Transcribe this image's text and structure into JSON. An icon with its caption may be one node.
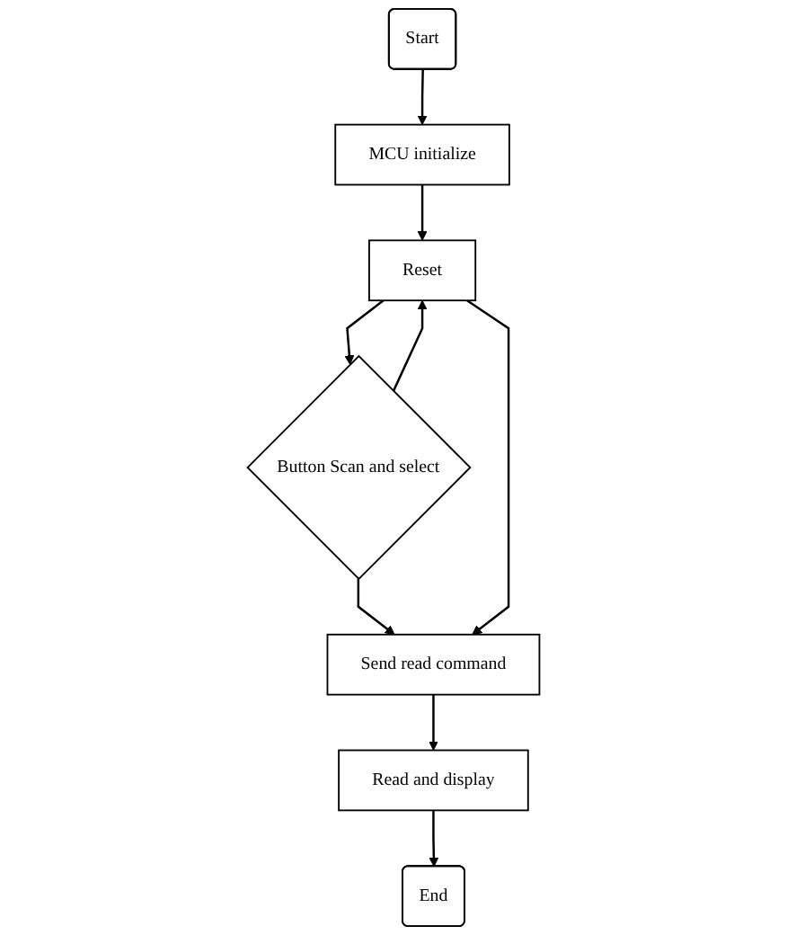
{
  "diagram": {
    "nodes": [
      {
        "text": [
          "Start"
        ]
      },
      {
        "text": [
          "MCU initialize"
        ]
      },
      {
        "text": [
          "Reset"
        ]
      },
      {
        "text": [
          "Button Scan and select"
        ]
      },
      {
        "text": [
          "Send read command"
        ]
      },
      {
        "text": [
          "Read and display"
        ]
      },
      {
        "text": [
          "End"
        ]
      }
    ],
    "edges": [
      {
        "from": 0,
        "to": 1,
        "arrow": "to"
      },
      {
        "from": 1,
        "to": 2,
        "arrow": "to"
      },
      {
        "from": 2,
        "to": 3,
        "arrow": "to"
      },
      {
        "from": 3,
        "to": 4,
        "arrow": "to"
      },
      {
        "from": 3,
        "to": 2,
        "arrow": "to"
      },
      {
        "from": 2,
        "to": 4,
        "arrow": "to"
      },
      {
        "from": 4,
        "to": 5,
        "arrow": "to"
      },
      {
        "from": 5,
        "to": 6,
        "arrow": "to"
      }
    ]
  }
}
